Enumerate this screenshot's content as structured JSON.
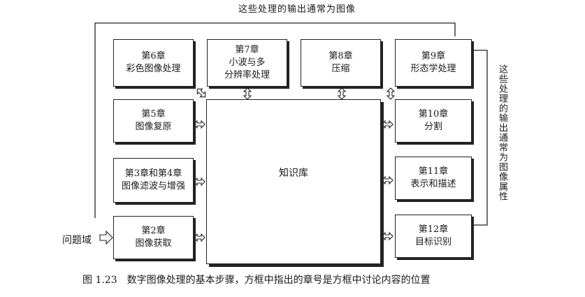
{
  "top_caption": "这些处理的输出通常为图像",
  "side_caption": "这些处理的输出通常为图像属性",
  "knowledge_base": "知识库",
  "input_label": "问题域",
  "figure_caption": "图 1.23　数字图像处理的基本步骤，方框中指出的章号是方框中讨论内容的位置",
  "boxes": {
    "ch6": {
      "chapter": "第6章",
      "title": "彩色图像处理"
    },
    "ch7": {
      "chapter": "第7章",
      "line2": "小波与多",
      "line3": "分辨率处理"
    },
    "ch8": {
      "chapter": "第8章",
      "title": "压缩"
    },
    "ch9": {
      "chapter": "第9章",
      "title": "形态学处理"
    },
    "ch5": {
      "chapter": "第5章",
      "title": "图像复原"
    },
    "ch34": {
      "chapter": "第3章和第4章",
      "title": "图像滤波与增强"
    },
    "ch2": {
      "chapter": "第2章",
      "title": "图像获取"
    },
    "ch10": {
      "chapter": "第10章",
      "title": "分割"
    },
    "ch11": {
      "chapter": "第11章",
      "title": "表示和描述"
    },
    "ch12": {
      "chapter": "第12章",
      "title": "目标识别"
    }
  }
}
